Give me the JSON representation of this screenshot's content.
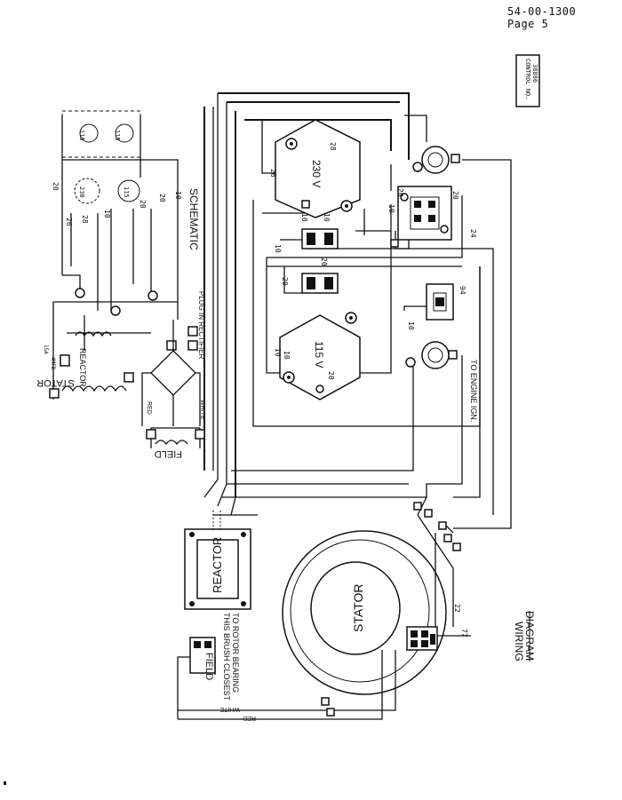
{
  "header": {
    "doc_number": "54-00-1300",
    "page": "Page 5"
  },
  "control_stamp": {
    "label": "CONTROL NO.",
    "number": "38886"
  },
  "schematic": {
    "title": "SCHEMATIC",
    "labels": {
      "stator": "STATOR",
      "reactor": "REACTOR",
      "field": "FIELD",
      "plug_in_rectifier": "PLUG IN RECTIFIER",
      "red": "RED",
      "white": "WHITE",
      "r115a": "115",
      "r115b": "115",
      "r230": "230",
      "r115c": "115"
    },
    "wire_numbers": [
      "20",
      "26",
      "28",
      "10",
      "10",
      "20",
      "20",
      "15A",
      "4MFD"
    ]
  },
  "wiring": {
    "title_line1": "WIRING",
    "title_line2": "DIAGRAM",
    "labels": {
      "reactor": "REACTOR",
      "stator": "STATOR",
      "field": "FIELD",
      "brush_note_line1": "THIS BRUSH CLOSEST",
      "brush_note_line2": "TO ROTOR BEARING",
      "white": "WHITE",
      "red": "RED",
      "to_engine_ign": "TO ENGINE IGN.",
      "receptacle_230": "230 V",
      "receptacle_115": "115 V"
    },
    "wire_numbers": {
      "w26": "26",
      "w28": "28",
      "w20a": "20",
      "w10a": "10",
      "w10b": "10",
      "w10c": "10",
      "w20b": "20",
      "w20c": "20",
      "w10d": "10",
      "w10e": "10",
      "w20d": "20",
      "w10f": "10",
      "w94": "94",
      "w22": "22",
      "w77": "77",
      "w20e": "20",
      "w10g": "10",
      "w24": "24"
    }
  }
}
